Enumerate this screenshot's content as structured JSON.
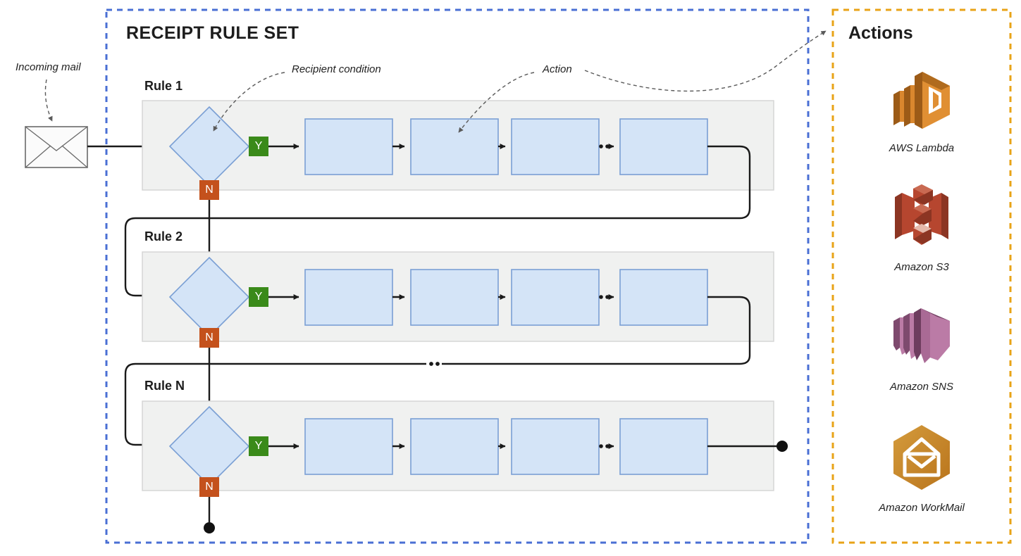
{
  "diagram": {
    "title": "RECEIPT RULE SET",
    "incoming_label": "Incoming mail",
    "annotations": [
      {
        "name": "recipient-condition",
        "text": "Recipient condition"
      },
      {
        "name": "action",
        "text": "Action"
      }
    ],
    "ellipsis_glyph": "•••",
    "rules": [
      {
        "title": "Rule 1",
        "yes_label": "Y",
        "no_label": "N",
        "actions": [
          "",
          "",
          "",
          ""
        ]
      },
      {
        "title": "Rule 2",
        "yes_label": "Y",
        "no_label": "N",
        "actions": [
          "",
          "",
          "",
          ""
        ]
      },
      {
        "title": "Rule N",
        "yes_label": "Y",
        "no_label": "N",
        "actions": [
          "",
          "",
          "",
          ""
        ]
      }
    ],
    "colors": {
      "ruleset_border": "#4a6fd4",
      "actions_border": "#e8a317",
      "band_fill": "#f0f1f0",
      "band_stroke": "#d6d6d6",
      "action_fill": "#d4e4f7",
      "action_stroke": "#7a9fd4",
      "diamond_fill": "#d4e4f7",
      "diamond_stroke": "#7a9fd4",
      "yes": "#3a8a1a",
      "no": "#c4511c",
      "line": "#1a1a1a",
      "dash_note": "#5a5a5a"
    }
  },
  "actions_panel": {
    "title": "Actions",
    "items": [
      {
        "icon": "aws-lambda-icon",
        "label": "AWS Lambda",
        "color": "#d9872e"
      },
      {
        "icon": "amazon-s3-icon",
        "label": "Amazon S3",
        "color": "#b6462f"
      },
      {
        "icon": "amazon-sns-icon",
        "label": "Amazon SNS",
        "color": "#bb7ba6"
      },
      {
        "icon": "amazon-workmail-icon",
        "label": "Amazon WorkMail",
        "color": "#c58524"
      }
    ]
  }
}
